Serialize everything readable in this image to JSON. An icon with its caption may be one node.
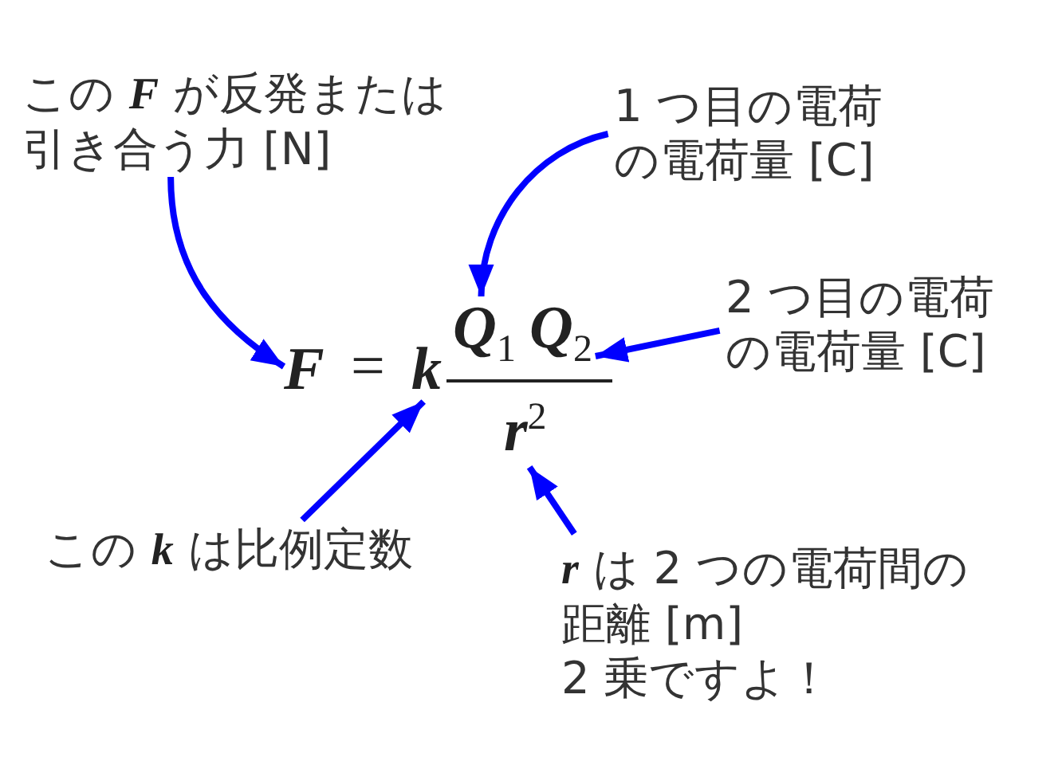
{
  "diagram": {
    "nodes": [
      {
        "text": [
          "この *F* が反発または引き合う力 [N]"
        ]
      },
      {
        "text": [
          "1 つ目の電荷の電荷量 [C]"
        ]
      },
      {
        "text": [
          "2 つ目の電荷の電荷量 [C]"
        ]
      },
      {
        "text": [
          "この *k* は比例定数"
        ]
      },
      {
        "text": [
          "*r* は 2 つの電荷間の距離 [m]",
          "2 乗ですよ！"
        ]
      },
      {
        "text": [
          "F"
        ]
      },
      {
        "text": [
          "k"
        ]
      },
      {
        "text": [
          "Q$_{1}$"
        ]
      },
      {
        "text": [
          "Q$_{2}$"
        ]
      },
      {
        "text": [
          "r$^{2}$"
        ]
      }
    ],
    "edges": [
      {
        "from": 0,
        "to": 5,
        "arrow": "to"
      },
      {
        "from": 1,
        "to": 7,
        "arrow": "to"
      },
      {
        "from": 2,
        "to": 8,
        "arrow": "to"
      },
      {
        "from": 3,
        "to": 6,
        "arrow": "to"
      },
      {
        "from": 4,
        "to": 9,
        "arrow": "to"
      }
    ],
    "labels": [
      "="
    ]
  }
}
